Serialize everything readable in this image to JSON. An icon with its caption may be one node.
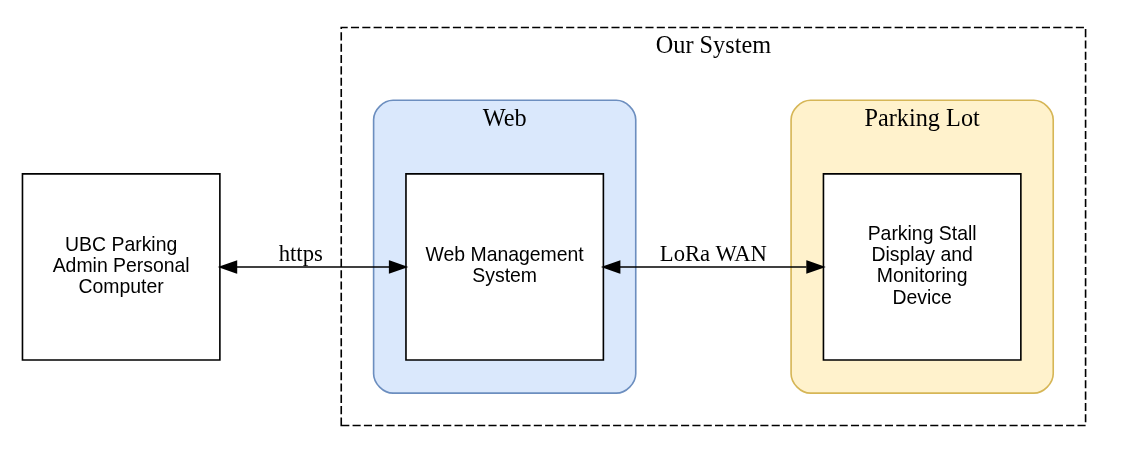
{
  "diagram": {
    "nodes": [
      {
        "text": [
          "UBC Parking Admin Personal Computer"
        ]
      },
      {
        "text": [
          "Our System"
        ]
      },
      {
        "text": [
          "Web"
        ],
        "in": 1
      },
      {
        "text": [
          "Web Management System"
        ],
        "in": 2
      },
      {
        "text": [
          "Parking Lot"
        ],
        "in": 1
      },
      {
        "text": [
          "Parking Stall Display and Monitoring Device"
        ],
        "in": 4
      }
    ],
    "edges": [
      {
        "from": 0,
        "to": 3,
        "arrow": "both",
        "label": "https"
      },
      {
        "from": 3,
        "to": 5,
        "arrow": "both",
        "label": "LoRa WAN"
      }
    ]
  }
}
